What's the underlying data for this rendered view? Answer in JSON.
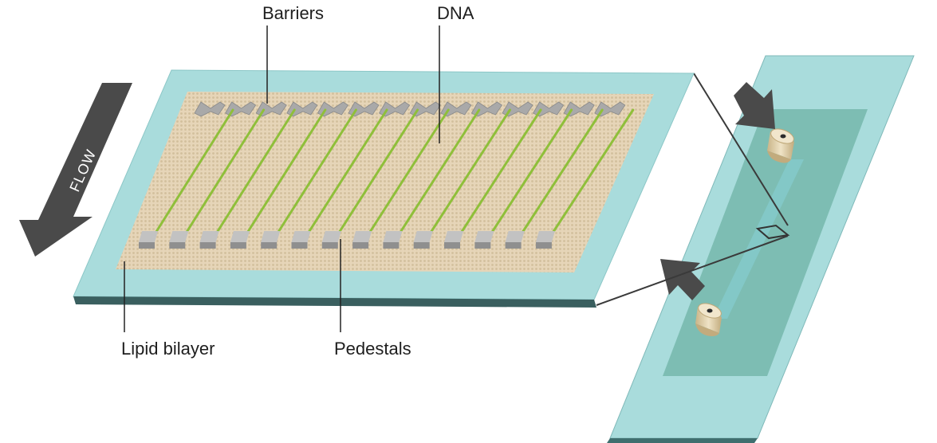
{
  "labels": {
    "barriers": "Barriers",
    "dna": "DNA",
    "flow": "FLOW",
    "lipid_bilayer": "Lipid bilayer",
    "pedestals": "Pedestals"
  },
  "colors": {
    "glass": "#a9dcdc",
    "glass_edge": "#3a6f6f",
    "bilayer": "#e6d5b8",
    "dna": "#8fbf3a",
    "structure": "#a9a9a9",
    "arrow": "#4a4a4a",
    "port": "#d9c7a0"
  },
  "icons": {
    "flow_arrow": "arrow-down-left-icon",
    "inlet_arrow": "arrow-down-right-icon",
    "outlet_arrow": "arrow-up-left-icon"
  },
  "counts": {
    "dna_strands": 14
  }
}
